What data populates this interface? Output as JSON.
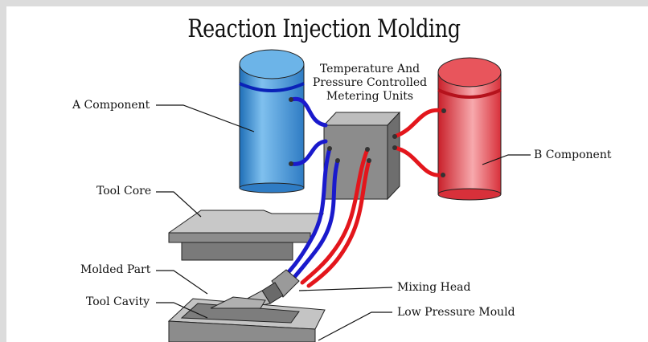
{
  "title": "Reaction Injection Molding",
  "labels": {
    "metering": [
      "Temperature And",
      "Pressure Controlled",
      "Metering Units"
    ],
    "a_component": "A Component",
    "b_component": "B Component",
    "tool_core": "Tool Core",
    "molded_part": "Molded Part",
    "tool_cavity": "Tool Cavity",
    "mixing_head": "Mixing Head",
    "low_pressure_mould": "Low Pressure Mould"
  },
  "colors": {
    "a_tank": "#3a8ed6",
    "b_tank": "#e0333c",
    "a_line": "#1a1acc",
    "b_line": "#e3161c",
    "metal": "#8c8c8c"
  }
}
